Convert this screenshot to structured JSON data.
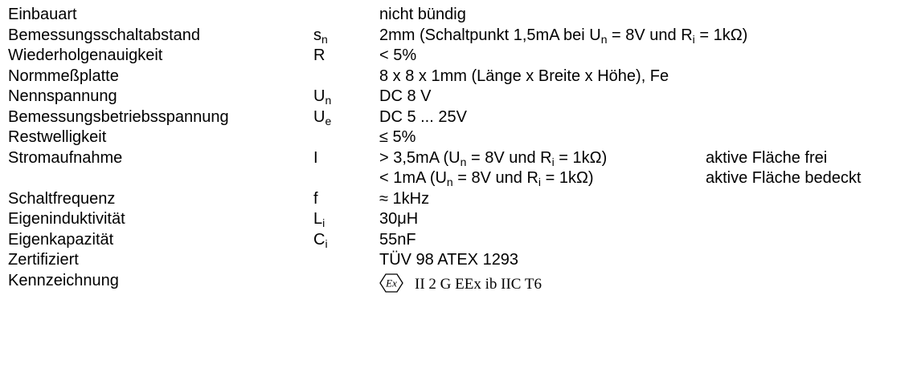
{
  "rows": [
    {
      "label": "Einbauart",
      "symbol": "",
      "symbol_sub": "",
      "value": "nicht bündig"
    },
    {
      "label": "Bemessungsschaltabstand",
      "symbol": "s",
      "symbol_sub": "n",
      "value_parts": [
        "2mm (Schaltpunkt 1,5mA bei U",
        "n",
        " = 8V und R",
        "i",
        " = 1kΩ)"
      ]
    },
    {
      "label": "Wiederholgenauigkeit",
      "symbol": "R",
      "symbol_sub": "",
      "value": "< 5%"
    },
    {
      "label": "Normmeßplatte",
      "symbol": "",
      "symbol_sub": "",
      "value": "8 x 8 x 1mm (Länge x Breite x Höhe), Fe"
    },
    {
      "label": "Nennspannung",
      "symbol": "U",
      "symbol_sub": "n",
      "value": "DC 8 V"
    },
    {
      "label": "Bemessungsbetriebsspannung",
      "symbol": "U",
      "symbol_sub": "e",
      "value": "DC 5 ... 25V"
    },
    {
      "label": "Restwelligkeit",
      "symbol": "",
      "symbol_sub": "",
      "value": "≤ 5%"
    },
    {
      "label": "Stromaufnahme",
      "symbol": "I",
      "symbol_sub": "",
      "line1_parts": [
        "> 3,5mA (U",
        "n",
        " = 8V und R",
        "i",
        " = 1kΩ)"
      ],
      "line1_note": "aktive Fläche frei",
      "line2_parts": [
        "< 1mA (U",
        "n",
        " = 8V und R",
        "i",
        " = 1kΩ)"
      ],
      "line2_note": "aktive Fläche bedeckt"
    },
    {
      "label": "Schaltfrequenz",
      "symbol": "f",
      "symbol_sub": "",
      "value": "≈ 1kHz"
    },
    {
      "label": "Eigeninduktivität",
      "symbol": "L",
      "symbol_sub": "i",
      "value": "30μH"
    },
    {
      "label": "Eigenkapazität",
      "symbol": "C",
      "symbol_sub": "i",
      "value": "55nF"
    },
    {
      "label": "Zertifiziert",
      "symbol": "",
      "symbol_sub": "",
      "value": "TÜV 98 ATEX 1293"
    },
    {
      "label": "Kennzeichnung",
      "symbol": "",
      "symbol_sub": "",
      "ex_mark": "Ex",
      "value": "II 2 G EEx ib IIC T6"
    }
  ]
}
